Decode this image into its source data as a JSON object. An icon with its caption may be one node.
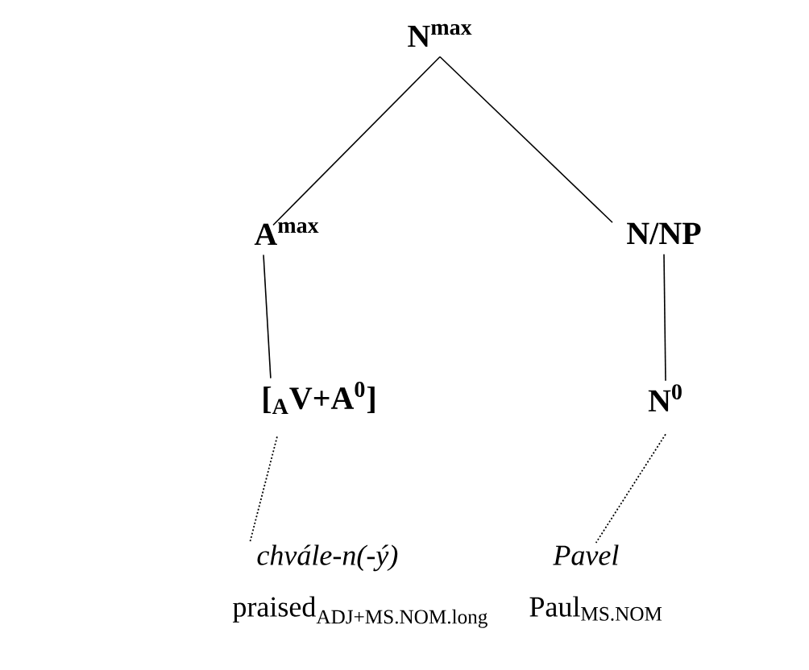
{
  "diagram": {
    "nodes": [
      {
        "text": [
          "N$^{max}$"
        ]
      },
      {
        "text": [
          "A$^{max}$"
        ]
      },
      {
        "text": [
          "N/NP"
        ]
      },
      {
        "text": [
          "[$_{A}$V+A$^{0}$]"
        ]
      },
      {
        "text": [
          "N$^{0}$"
        ]
      },
      {
        "text": [
          "chvále-n(-ý)",
          "\\text{praised}_{\\text{ADJ+MS.NOM.long}}"
        ]
      },
      {
        "text": [
          "Pavel",
          "\\text{Paul}_{\\text{MS.NOM}}"
        ]
      }
    ],
    "edges": [
      {
        "from": 0,
        "to": 1,
        "arrow": "none"
      },
      {
        "from": 0,
        "to": 2,
        "arrow": "none"
      },
      {
        "from": 1,
        "to": 3,
        "arrow": "none"
      },
      {
        "from": 2,
        "to": 4,
        "arrow": "none"
      },
      {
        "from": 3,
        "to": 5,
        "arrow": "none",
        "style": "dashed"
      },
      {
        "from": 4,
        "to": 6,
        "arrow": "none",
        "style": "dashed"
      }
    ]
  }
}
